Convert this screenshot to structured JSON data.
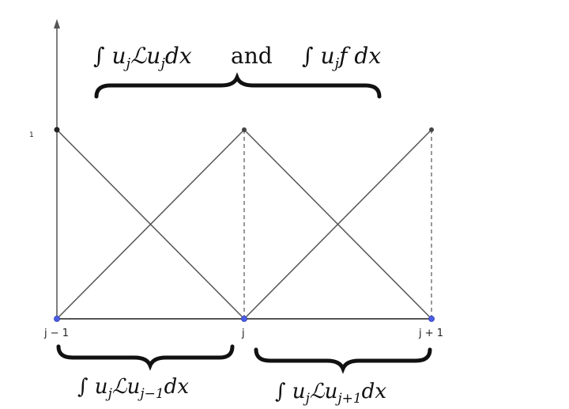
{
  "axis": {
    "y_tick": "1",
    "x_ticks": [
      "j − 1",
      "j",
      "j + 1"
    ]
  },
  "top_label": {
    "left_prefix": "∫ u",
    "left_sub": "j",
    "left_mid": "ℒu",
    "left_sub2": "j",
    "left_suffix": "dx",
    "connector": "and",
    "right_prefix": "∫ u",
    "right_sub": "j",
    "right_suffix": "f dx"
  },
  "bottom_left_label": {
    "prefix": "∫ u",
    "sub": "j",
    "mid": "ℒu",
    "sub2": "j−1",
    "suffix": "dx"
  },
  "bottom_right_label": {
    "prefix": "∫ u",
    "sub": "j",
    "mid": "ℒu",
    "sub2": "j+1",
    "suffix": "dx"
  },
  "colors": {
    "line": "#555555",
    "node": "#4a5de8",
    "peak": "#333333"
  }
}
